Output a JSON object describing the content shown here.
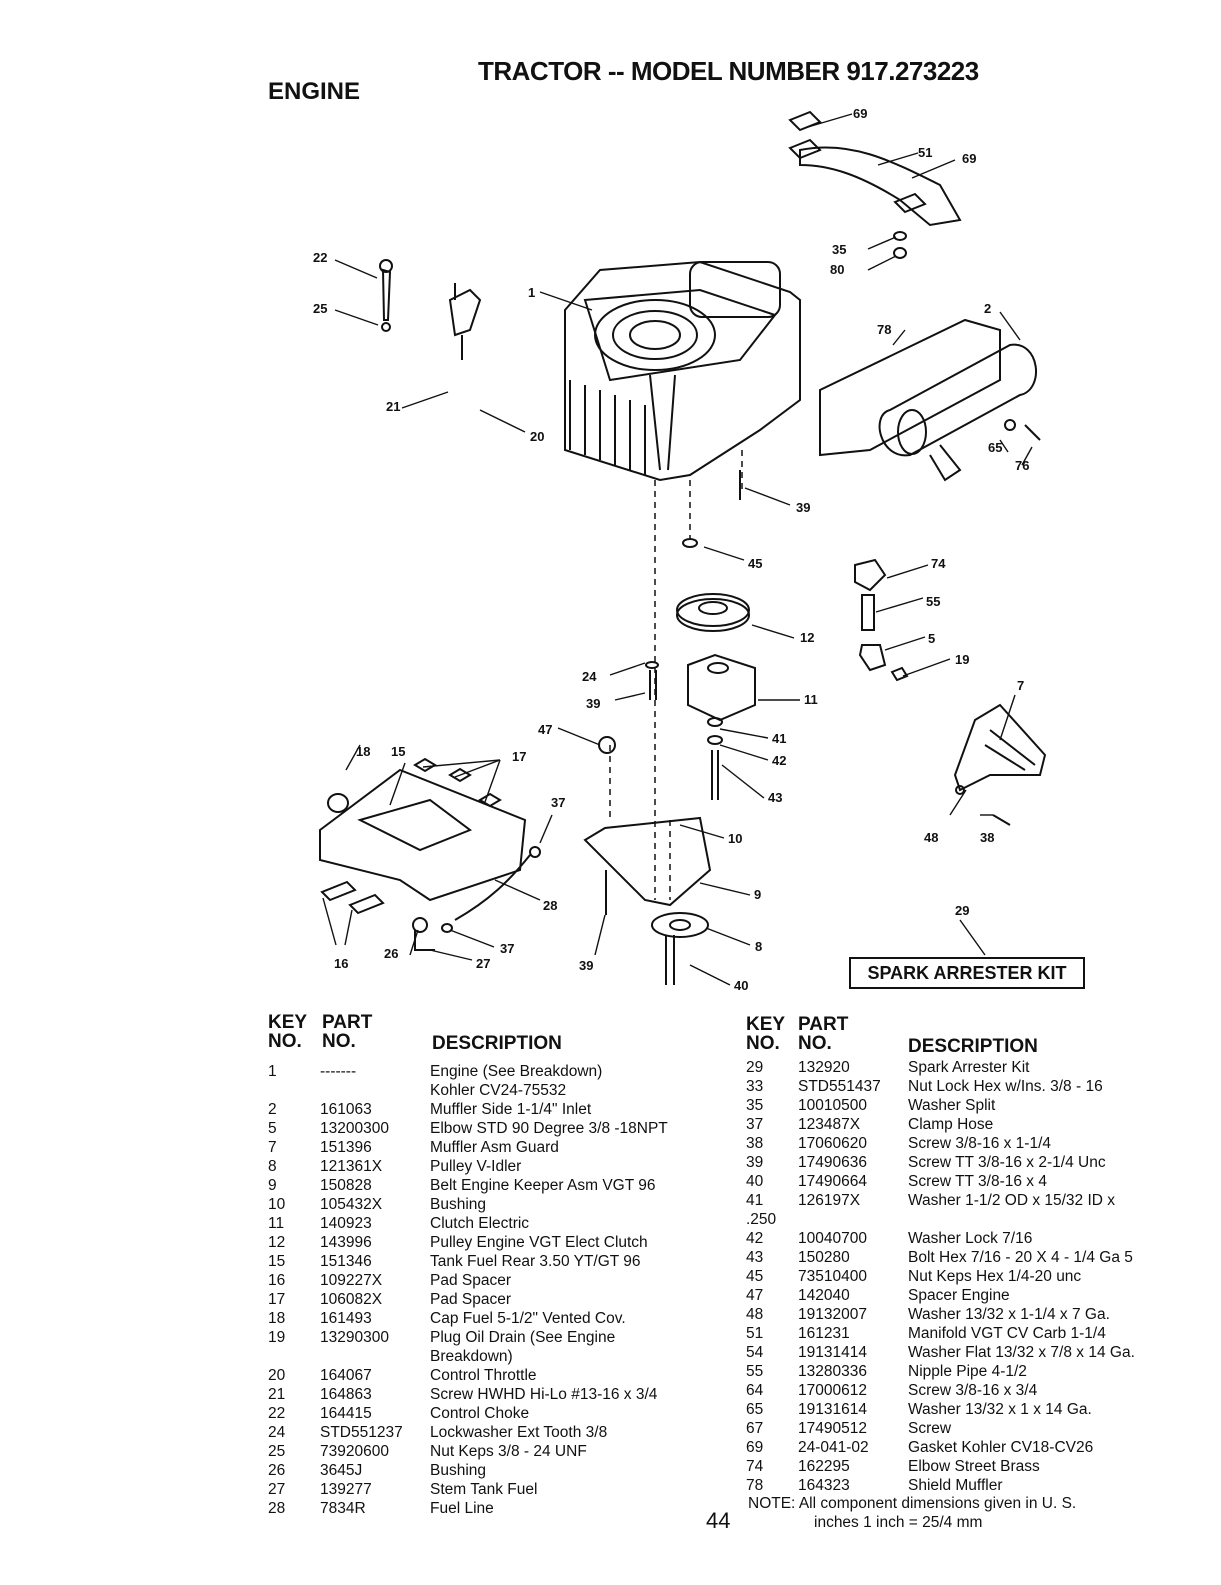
{
  "header": {
    "section": "ENGINE",
    "title": "TRACTOR -- MODEL NUMBER 917.273223"
  },
  "diagram": {
    "callouts": [
      "69",
      "51",
      "69",
      "35",
      "80",
      "1",
      "22",
      "25",
      "21",
      "20",
      "2",
      "78",
      "65",
      "76",
      "39",
      "45",
      "74",
      "55",
      "12",
      "5",
      "19",
      "24",
      "39",
      "11",
      "7",
      "47",
      "41",
      "42",
      "18",
      "15",
      "17",
      "37",
      "43",
      "10",
      "48",
      "38",
      "9",
      "29",
      "28",
      "37",
      "27",
      "16",
      "26",
      "39",
      "8",
      "40"
    ],
    "kit_label": "SPARK ARRESTER KIT"
  },
  "table_header": {
    "key": "KEY",
    "no": "NO.",
    "part": "PART",
    "part_no": "NO.",
    "description": "DESCRIPTION"
  },
  "left_parts": [
    {
      "key": "1",
      "part": "-------",
      "desc": "Engine (See Breakdown)",
      "desc2": "Kohler CV24-75532"
    },
    {
      "key": "2",
      "part": "161063",
      "desc": "Muffler Side 1-1/4\" Inlet"
    },
    {
      "key": "5",
      "part": "13200300",
      "desc": "Elbow STD 90 Degree 3/8 -18NPT"
    },
    {
      "key": "7",
      "part": "151396",
      "desc": "Muffler Asm Guard"
    },
    {
      "key": "8",
      "part": "121361X",
      "desc": "Pulley V-Idler"
    },
    {
      "key": "9",
      "part": "150828",
      "desc": "Belt Engine Keeper Asm VGT 96"
    },
    {
      "key": "10",
      "part": "105432X",
      "desc": "Bushing"
    },
    {
      "key": "11",
      "part": "140923",
      "desc": "Clutch Electric"
    },
    {
      "key": "12",
      "part": "143996",
      "desc": "Pulley Engine VGT Elect Clutch"
    },
    {
      "key": "15",
      "part": "151346",
      "desc": "Tank Fuel Rear 3.50 YT/GT 96"
    },
    {
      "key": "16",
      "part": "109227X",
      "desc": "Pad Spacer"
    },
    {
      "key": "17",
      "part": "106082X",
      "desc": "Pad Spacer"
    },
    {
      "key": "18",
      "part": "161493",
      "desc": "Cap Fuel 5-1/2\" Vented Cov."
    },
    {
      "key": "19",
      "part": "13290300",
      "desc": "Plug Oil Drain (See Engine",
      "desc2": "Breakdown)"
    },
    {
      "key": "20",
      "part": "164067",
      "desc": "Control Throttle"
    },
    {
      "key": "21",
      "part": "164863",
      "desc": "Screw HWHD Hi-Lo #13-16 x 3/4"
    },
    {
      "key": "22",
      "part": "164415",
      "desc": "Control Choke"
    },
    {
      "key": "24",
      "part": "STD551237",
      "desc": "Lockwasher Ext Tooth 3/8"
    },
    {
      "key": "25",
      "part": "73920600",
      "desc": "Nut Keps 3/8 - 24 UNF"
    },
    {
      "key": "26",
      "part": "3645J",
      "desc": "Bushing"
    },
    {
      "key": "27",
      "part": "139277",
      "desc": "Stem Tank Fuel"
    },
    {
      "key": "28",
      "part": "7834R",
      "desc": "Fuel Line"
    }
  ],
  "right_parts": [
    {
      "key": "29",
      "part": "132920",
      "desc": "Spark Arrester Kit"
    },
    {
      "key": "33",
      "part": "STD551437",
      "desc": "Nut Lock Hex w/Ins. 3/8 - 16"
    },
    {
      "key": "35",
      "part": "10010500",
      "desc": "Washer Split"
    },
    {
      "key": "37",
      "part": "123487X",
      "desc": "Clamp Hose"
    },
    {
      "key": "38",
      "part": "17060620",
      "desc": "Screw 3/8-16 x 1-1/4"
    },
    {
      "key": "39",
      "part": "17490636",
      "desc": "Screw TT  3/8-16 x 2-1/4 Unc"
    },
    {
      "key": "40",
      "part": "17490664",
      "desc": "Screw TT  3/8-16 x 4"
    },
    {
      "key": "41",
      "part": "126197X",
      "desc": "Washer 1-1/2 OD x 15/32 ID x",
      "key2": ".250"
    },
    {
      "key": "42",
      "part": "10040700",
      "desc": "Washer Lock 7/16"
    },
    {
      "key": "43",
      "part": "150280",
      "desc": "Bolt Hex 7/16 - 20 X 4 - 1/4 Ga 5"
    },
    {
      "key": "45",
      "part": "73510400",
      "desc": "Nut Keps Hex 1/4-20 unc"
    },
    {
      "key": "47",
      "part": "142040",
      "desc": "Spacer Engine"
    },
    {
      "key": "48",
      "part": "19132007",
      "desc": "Washer  13/32 x 1-1/4 x 7 Ga."
    },
    {
      "key": "51",
      "part": "161231",
      "desc": "Manifold VGT CV Carb 1-1/4"
    },
    {
      "key": "54",
      "part": "19131414",
      "desc": "Washer Flat 13/32 x 7/8 x 14 Ga."
    },
    {
      "key": "55",
      "part": "13280336",
      "desc": "Nipple Pipe 4-1/2"
    },
    {
      "key": "64",
      "part": "17000612",
      "desc": "Screw 3/8-16 x 3/4"
    },
    {
      "key": "65",
      "part": "19131614",
      "desc": "Washer 13/32 x 1 x 14 Ga."
    },
    {
      "key": "67",
      "part": "17490512",
      "desc": "Screw"
    },
    {
      "key": "69",
      "part": "24-041-02",
      "desc": "Gasket Kohler CV18-CV26"
    },
    {
      "key": "74",
      "part": "162295",
      "desc": "Elbow Street Brass"
    },
    {
      "key": "78",
      "part": "164323",
      "desc": "Shield Muffler"
    }
  ],
  "note": {
    "line1": "NOTE:  All component dimensions given in U. S.",
    "line2": "inches 1 inch = 25/4 mm"
  },
  "page_number": "44"
}
